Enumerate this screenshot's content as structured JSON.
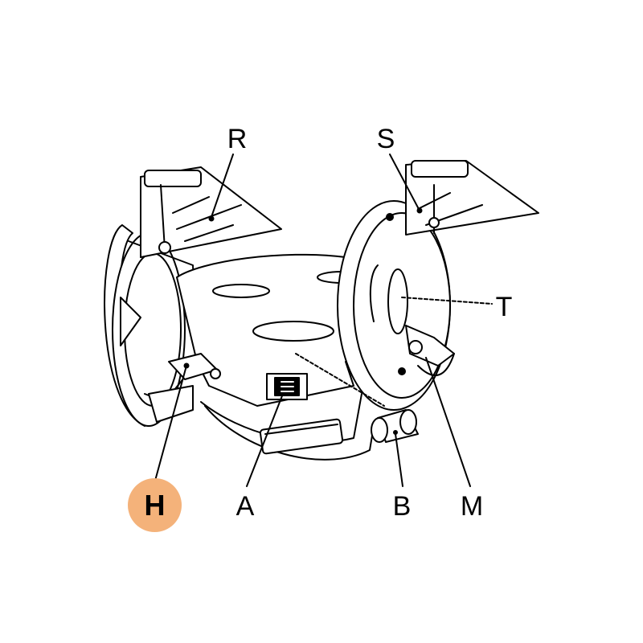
{
  "diagram": {
    "labels": {
      "R": "R",
      "S": "S",
      "T": "T",
      "H": "H",
      "A": "A",
      "B": "B",
      "M": "M"
    },
    "highlight_label": "H",
    "highlight_color": "#F4B27A"
  }
}
